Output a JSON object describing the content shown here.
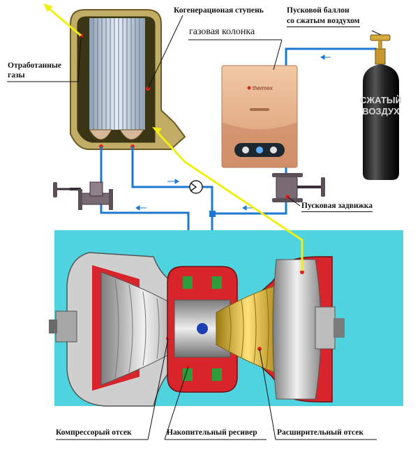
{
  "labels": {
    "cogeneration_stage": "Когенерационая ступень",
    "start_tank_line1": "Пусковой баллон",
    "start_tank_line2": "со сжатым воздухом",
    "gas_heater": "газовая колонка",
    "exhaust_line1": "Отработанные",
    "exhaust_line2": "газы",
    "start_valve": "Пусковая задвижка",
    "compressor": "Компрессорый отсек",
    "receiver": "Накопительный ресивер",
    "expansion": "Расширительный отсек"
  },
  "tank_text": {
    "line1": "СЖАТЫЙ",
    "line2": "ВОЗДУХ"
  },
  "brand": "thermex",
  "colors": {
    "pipe": "#1e78d2",
    "exhaust_arrow": "#f2ee10",
    "engine_bg": "#4fd3df",
    "housing_red": "#d8242b",
    "heat_exchanger_body": "#c4b06a"
  },
  "icons": [
    "valve-icon",
    "check-valve-icon",
    "flow-arrow-icon",
    "gas-cylinder-icon"
  ]
}
